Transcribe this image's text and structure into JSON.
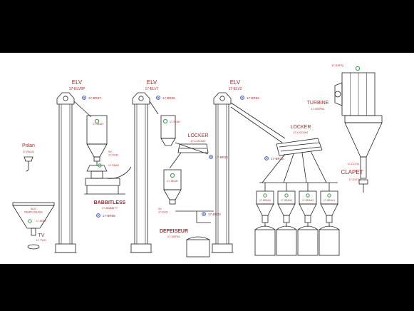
{
  "units": {
    "elv1": {
      "name": "ELV",
      "code": "17-ELV8P"
    },
    "elv2": {
      "name": "ELV",
      "code": "17-ELV7"
    },
    "elv3": {
      "name": "ELV",
      "code": "17-ELV2"
    },
    "br97": {
      "code": "17-BR97"
    },
    "br25": {
      "code": "17-BR25"
    },
    "br52": {
      "code": "17-BR52"
    },
    "seah_a": {
      "code": "17-SEAH"
    },
    "seah_b": {
      "code": "17-SEAH"
    },
    "sv_a": {
      "code": "SV\n17-SV32"
    },
    "seah_c": {
      "code": "17-SEAH"
    },
    "babbitless": {
      "name": "BABBITLESS",
      "code": "17-BABBITT"
    },
    "br66": {
      "code": "17-BR66"
    },
    "locker1": {
      "name": "LOCKER",
      "code": "17-LOCK52"
    },
    "br34": {
      "code": "17-BR34"
    },
    "locker2": {
      "name": "LOCKER",
      "code": "17-LOCK61"
    },
    "br13": {
      "code": "17-BR13"
    },
    "seah_d": {
      "code": "17-SEAH"
    },
    "sv_b": {
      "code": "SV\n17-SV31"
    },
    "br33": {
      "code": "17-BR33"
    },
    "defeiseur": {
      "name": "DEFEISEUR",
      "code": "17-DEF61"
    },
    "turbine": {
      "name": "TURBINE",
      "code": "17-WSP81"
    },
    "sspq": {
      "code": "17-SSPQ"
    },
    "clapet": {
      "name": "CLAPET",
      "code": "17-CLT01"
    },
    "elt02": {
      "code": "17-ELT02"
    },
    "polan": {
      "name": "Polan",
      "code": "17-PAL01"
    },
    "silo": {
      "name": "SILO\nREMPLISSAGE"
    },
    "seah_e": {
      "code": "17-SEAH"
    },
    "tv": {
      "name": "TV",
      "code": "17-TV01"
    },
    "hop1": {
      "code": "17-SEAH4"
    },
    "hop2": {
      "code": "17-SEAH3"
    },
    "hop3": {
      "code": "17-SEAH2"
    },
    "hop4": {
      "code": "17-SEAH1"
    }
  },
  "colors": {
    "line": "#222222",
    "red": "#b3262a",
    "green": "#2a9d4a",
    "blue": "#3550c8",
    "bg": "#ffffff",
    "frame": "#000000"
  }
}
